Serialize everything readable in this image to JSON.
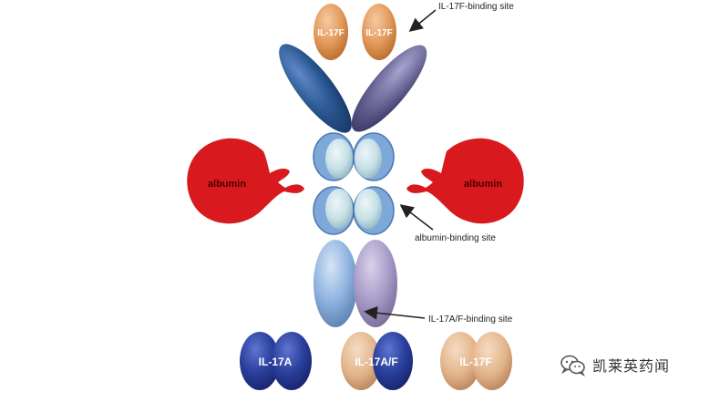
{
  "labels": {
    "il17f_top_left": "IL-17F",
    "il17f_top_right": "IL-17F",
    "il17f_binding_site": "IL-17F-binding site",
    "albumin_left": "albumin",
    "albumin_right": "albumin",
    "albumin_binding_site": "albumin-binding site",
    "il17af_binding_site": "IL-17A/F-binding site",
    "il17a_bottom": "IL-17A",
    "il17af_bottom": "IL-17A/F",
    "il17f_bottom": "IL-17F"
  },
  "watermark": {
    "text": "凯莱英药闻",
    "icon": "wechat-icon"
  },
  "colors": {
    "il17f": "#e39a5c",
    "albumin": "#d8191d",
    "dark_blue_domain": "#2d5a94",
    "purple_domain": "#6a6696",
    "light_blue_domain": "#8fb3e0",
    "il17a": "#2a3f9c"
  }
}
